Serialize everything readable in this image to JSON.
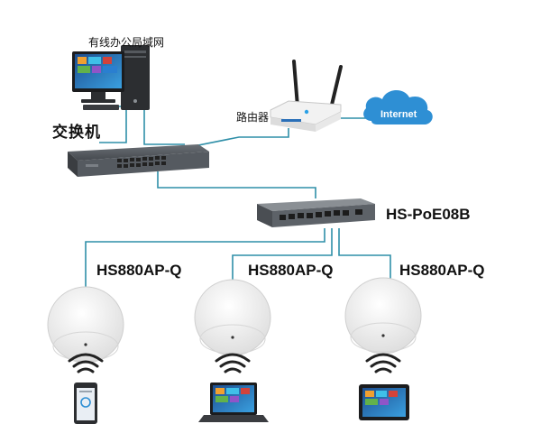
{
  "labels": {
    "office_lan": "有线办公局域网",
    "switch": "交换机",
    "router": "路由器",
    "internet": "Internet",
    "poe_switch": "HS-PoE08B",
    "ap1": "HS880AP-Q",
    "ap2": "HS880AP-Q",
    "ap3": "HS880AP-Q"
  },
  "colors": {
    "cable": "#2f8fa8",
    "cloud": "#2e8fd4",
    "device_dark": "#4a4e53",
    "ap_body": "#f4f4f4",
    "wifi": "#222222"
  },
  "icons": [
    "desktop-computer-icon",
    "network-switch-icon",
    "wifi-router-icon",
    "internet-cloud-icon",
    "poe-switch-icon",
    "access-point-icon",
    "wifi-signal-icon",
    "smartphone-icon",
    "laptop-icon",
    "tablet-icon"
  ]
}
